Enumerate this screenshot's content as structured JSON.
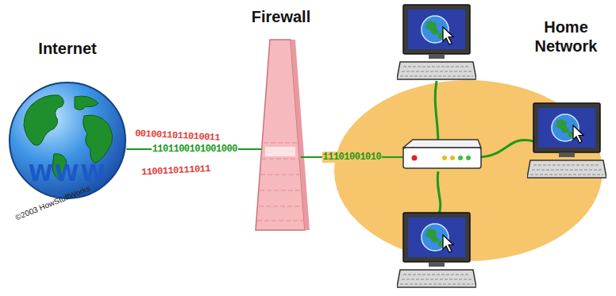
{
  "diagram": {
    "nodes": [
      {
        "text": [
          "Internet",
          "WWW"
        ]
      },
      {
        "text": [
          "Firewall"
        ]
      },
      {
        "text": [
          "Home Network"
        ]
      }
    ],
    "edges": [
      {
        "from": 0,
        "to": 1,
        "arrow": "none",
        "label": "1101100101001000"
      },
      {
        "from": 1,
        "to": 2,
        "arrow": "none",
        "label": "11101001010"
      }
    ],
    "labels": [
      "0010011011010011",
      "1100110111011",
      "©2003 HowStuffWorks"
    ]
  }
}
